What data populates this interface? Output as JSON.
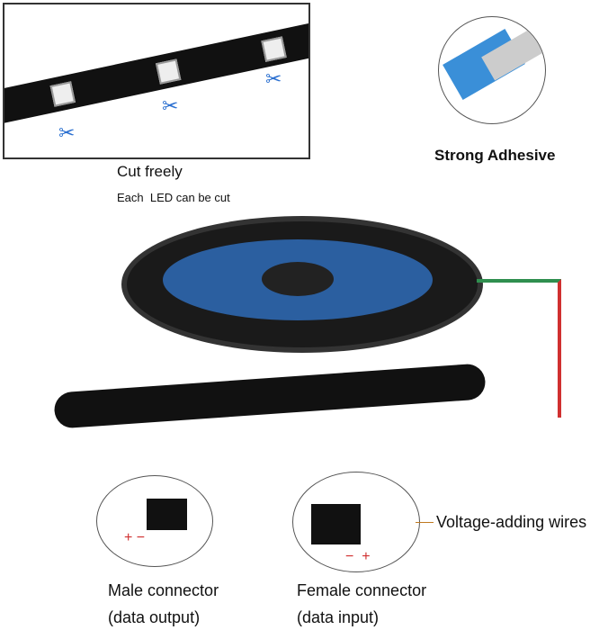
{
  "cut": {
    "title": "Cut freely",
    "subtitle": "Each  LED can be cut"
  },
  "adhesive": {
    "label": "Strong Adhesive"
  },
  "wires": {
    "label": "Voltage-adding wires"
  },
  "male": {
    "line1": "Male connector",
    "line2": "(data output)",
    "polarity": "+ −"
  },
  "female": {
    "line1": "Female connector",
    "line2": "(data input)",
    "polarity": "−  +"
  },
  "colors": {
    "strip": "#111111",
    "tape": "#3a8fd8",
    "wire_red": "#d03030",
    "wire_green": "#2f8f4f",
    "wire_white": "#e8e8e8"
  }
}
